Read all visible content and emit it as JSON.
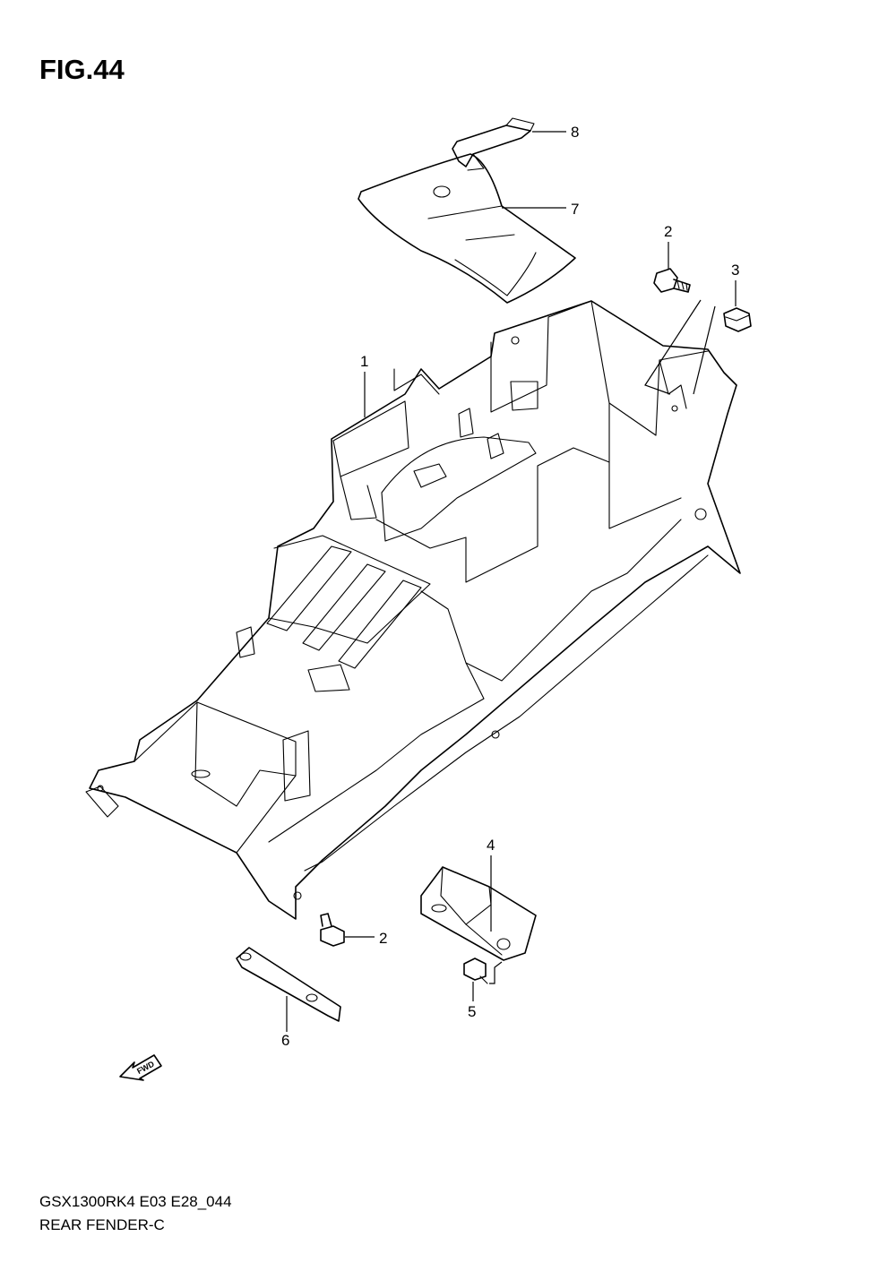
{
  "figure_title": "FIG.44",
  "callouts": {
    "c1": "1",
    "c2a": "2",
    "c2b": "2",
    "c3": "3",
    "c4": "4",
    "c5": "5",
    "c6": "6",
    "c7": "7",
    "c8": "8"
  },
  "fwd_label": "FWD",
  "footer": {
    "model_code": "GSX1300RK4 E03 E28_044",
    "part_name": "REAR FENDER-C"
  }
}
